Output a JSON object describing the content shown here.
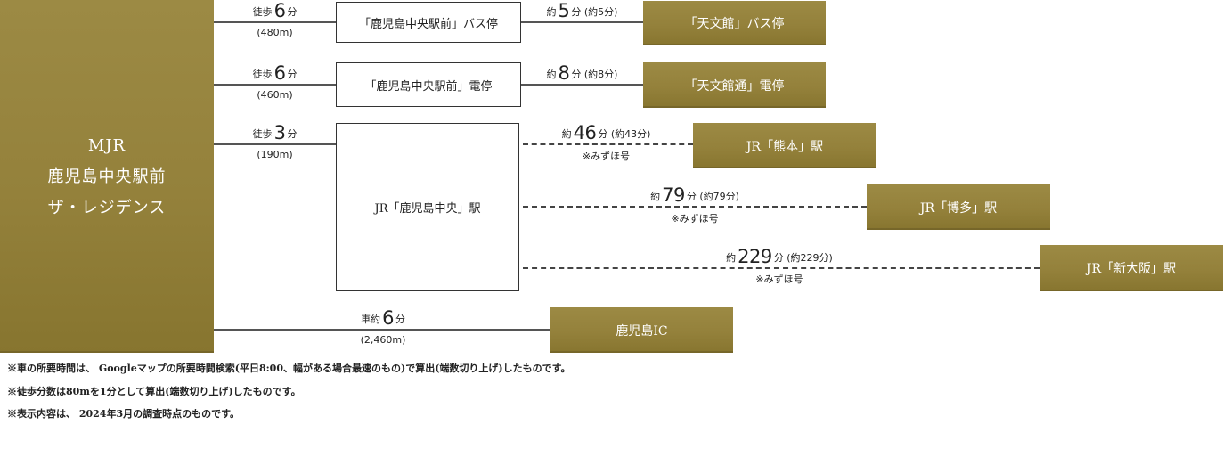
{
  "origin": {
    "line1": "MJR",
    "line2": "鹿児島中央駅前",
    "line3": "ザ・レジデンス",
    "color": "#98853e"
  },
  "routes": [
    {
      "walk": {
        "prefix": "徒歩",
        "minutes": "6",
        "unit": "分",
        "distance": "(480m)"
      },
      "stop": "「鹿児島中央駅前」バス停",
      "ride": {
        "prefix": "約",
        "minutes": "5",
        "unit": "分",
        "note": "(約5分)"
      },
      "destination": "「天文館」バス停"
    },
    {
      "walk": {
        "prefix": "徒歩",
        "minutes": "6",
        "unit": "分",
        "distance": "(460m)"
      },
      "stop": "「鹿児島中央駅前」電停",
      "ride": {
        "prefix": "約",
        "minutes": "8",
        "unit": "分",
        "note": "(約8分)"
      },
      "destination": "「天文館通」電停"
    }
  ],
  "jr": {
    "walk": {
      "prefix": "徒歩",
      "minutes": "3",
      "unit": "分",
      "distance": "(190m)"
    },
    "station": "JR「鹿児島中央」駅",
    "trains": [
      {
        "prefix": "約",
        "minutes": "46",
        "unit": "分",
        "note": "(約43分)",
        "train": "※みずほ号",
        "destination": "JR「熊本」駅"
      },
      {
        "prefix": "約",
        "minutes": "79",
        "unit": "分",
        "note": "(約79分)",
        "train": "※みずほ号",
        "destination": "JR「博多」駅"
      },
      {
        "prefix": "約",
        "minutes": "229",
        "unit": "分",
        "note": "(約229分)",
        "train": "※みずほ号",
        "destination": "JR「新大阪」駅"
      }
    ]
  },
  "car": {
    "prefix": "車約",
    "minutes": "6",
    "unit": "分",
    "distance": "(2,460m)",
    "destination": "鹿児島IC"
  },
  "notes": [
    "※車の所要時間は、 Googleマップの所要時間検索(平日8:00、幅がある場合最速のもの)で算出(端数切り上げ)したものです。",
    "※徒歩分数は80mを1分として算出(端数切り上げ)したものです。",
    "※表示内容は、 2024年3月の調査時点のものです。"
  ]
}
